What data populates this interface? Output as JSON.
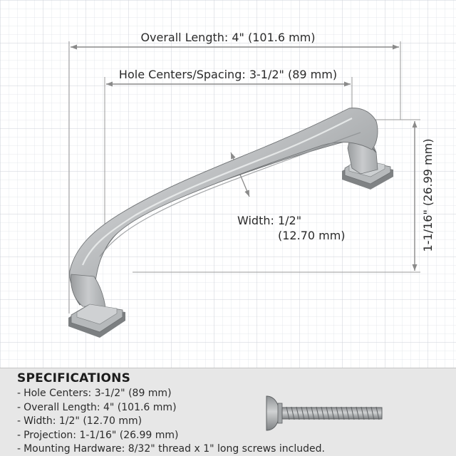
{
  "dimensions": {
    "overall_length_label": "Overall Length: 4\" (101.6 mm)",
    "hole_spacing_label": "Hole Centers/Spacing: 3-1/2\" (89 mm)",
    "width_label_line1": "Width: 1/2\"",
    "width_label_line2": "(12.70 mm)",
    "projection_label": "1-1/16\" (26.99 mm)"
  },
  "specifications": {
    "title": "SPECIFICATIONS",
    "items": [
      "Hole Centers: 3-1/2\" (89 mm)",
      "Overall Length: 4\" (101.6 mm)",
      "Width: 1/2\" (12.70 mm)",
      "Projection: 1-1/16\" (26.99 mm)",
      "Mounting Hardware: 8/32\" thread x 1\" long screws included."
    ]
  },
  "colors": {
    "finish": "#b9bcbe",
    "grid": "#d6dae0",
    "dimension_lines": "#8c8c8c",
    "panel": "#e7e7e7"
  }
}
